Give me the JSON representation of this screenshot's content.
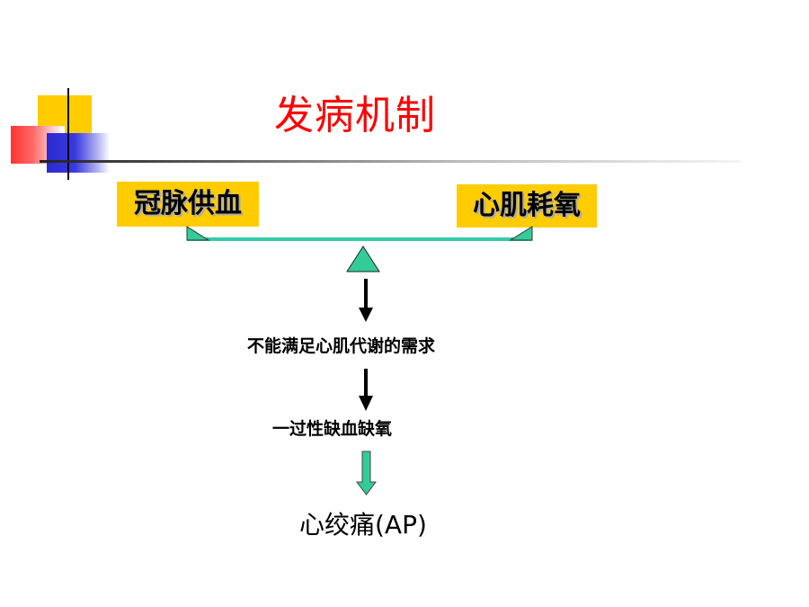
{
  "title": "发病机制",
  "balance": {
    "left_label": "冠脉供血",
    "right_label": "心肌耗氧"
  },
  "flow": {
    "step1": "不能满足心肌代谢的需求",
    "step2": "一过性缺血缺氧",
    "result": "心绞痛(AP)"
  },
  "colors": {
    "title": "#ff0000",
    "box_fill": "#ffcc00",
    "beam": "#33ccaa",
    "fulcrum": "#33cc99",
    "arrow": "#000000",
    "result_arrow": "#33cc99"
  }
}
